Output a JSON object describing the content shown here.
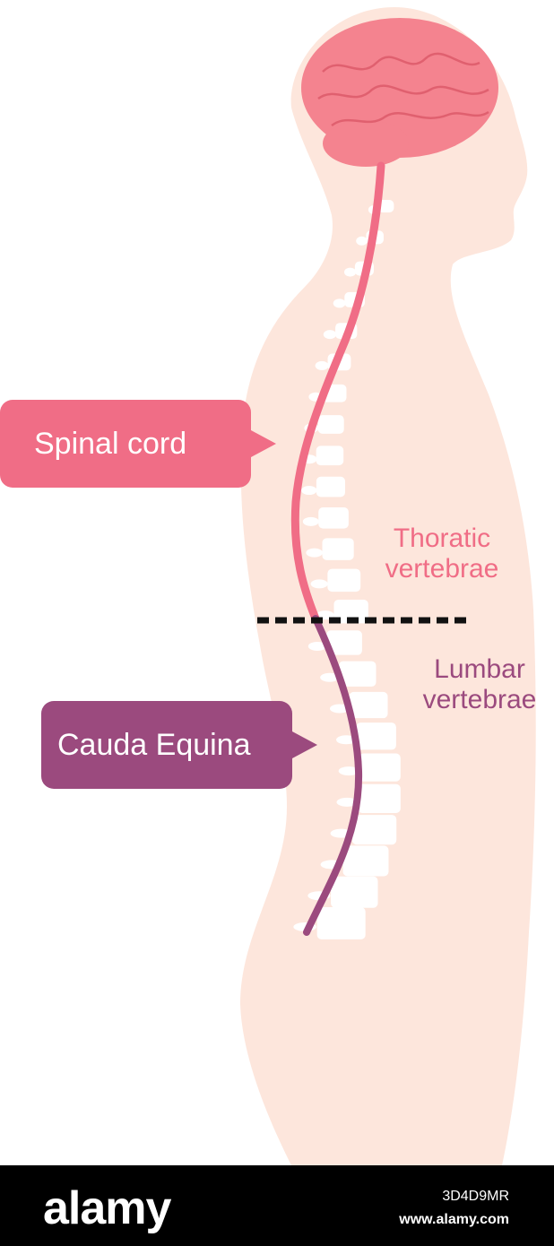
{
  "labels": {
    "spinal_cord": "Spinal cord",
    "cauda_equina": "Cauda Equina",
    "thoracic_line1": "Thoratic",
    "thoracic_line2": "vertebrae",
    "lumbar_line1": "Lumbar",
    "lumbar_line2": "vertebrae"
  },
  "footer": {
    "brand": "alamy",
    "image_id": "3D4D9MR",
    "url": "www.alamy.com"
  },
  "colors": {
    "body": "#fde6dc",
    "brain": "#f4838f",
    "spinal_cord": "#f06d86",
    "cauda_equina": "#9b4a7e",
    "vertebra": "#ffffff",
    "divider": "#111111"
  },
  "divider": {
    "style": "dashed"
  }
}
